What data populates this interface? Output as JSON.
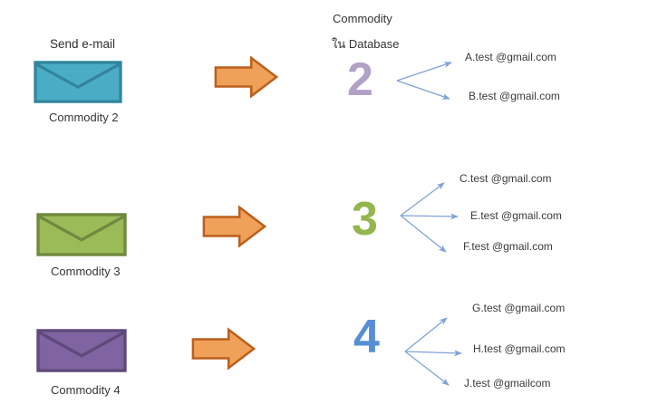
{
  "send_label": "Send e-mail",
  "header": {
    "line1": "Commodity",
    "line2": "ใน Database"
  },
  "rows": [
    {
      "envelope_label": "Commodity 2",
      "envelope_fill": "#4bacc6",
      "envelope_stroke": "#31859c",
      "number": "2",
      "number_color": "#b2a1c7",
      "emails": [
        "A.test @gmail.com",
        "B.test @gmail.com"
      ]
    },
    {
      "envelope_label": "Commodity 3",
      "envelope_fill": "#9bbb59",
      "envelope_stroke": "#71893f",
      "number": "3",
      "number_color": "#94b64e",
      "emails": [
        "C.test @gmail.com",
        "E.test @gmail.com",
        "F.test @gmail.com"
      ]
    },
    {
      "envelope_label": "Commodity 4",
      "envelope_fill": "#8064a2",
      "envelope_stroke": "#5f497a",
      "number": "4",
      "number_color": "#558ed5",
      "emails": [
        "G.test @gmail.com",
        "H.test @gmail.com",
        "J.test @gmailcom"
      ]
    }
  ],
  "colors": {
    "block_arrow_fill": "#f0a159",
    "block_arrow_stroke": "#bc5e1c",
    "connector_blue": "#7fa3d4",
    "text": "#3a3a3a"
  }
}
